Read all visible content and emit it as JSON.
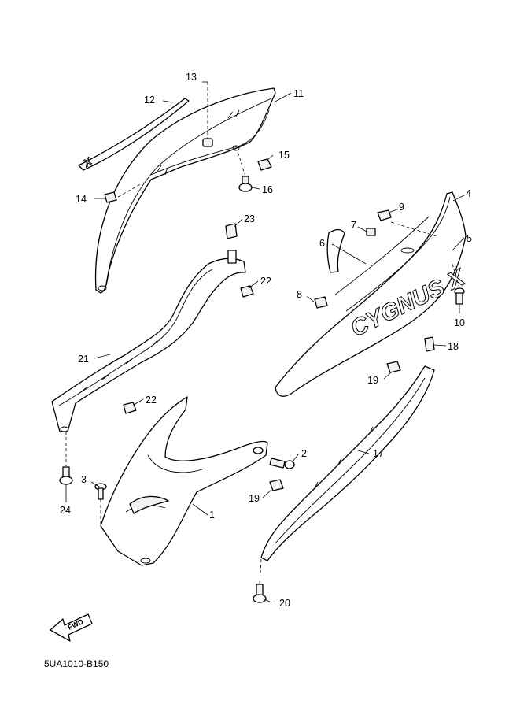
{
  "diagram": {
    "code": "5UA1010-B150",
    "fwd_label": "FWD",
    "decal_text": "CYGNUS X",
    "callouts": [
      {
        "num": "1"
      },
      {
        "num": "2"
      },
      {
        "num": "3"
      },
      {
        "num": "4"
      },
      {
        "num": "5"
      },
      {
        "num": "6"
      },
      {
        "num": "7"
      },
      {
        "num": "8"
      },
      {
        "num": "9"
      },
      {
        "num": "10"
      },
      {
        "num": "11"
      },
      {
        "num": "12"
      },
      {
        "num": "13"
      },
      {
        "num": "14"
      },
      {
        "num": "15"
      },
      {
        "num": "16"
      },
      {
        "num": "17"
      },
      {
        "num": "18"
      },
      {
        "num": "19"
      },
      {
        "num": "19"
      },
      {
        "num": "20"
      },
      {
        "num": "21"
      },
      {
        "num": "22"
      },
      {
        "num": "22"
      },
      {
        "num": "23"
      },
      {
        "num": "24"
      }
    ]
  }
}
